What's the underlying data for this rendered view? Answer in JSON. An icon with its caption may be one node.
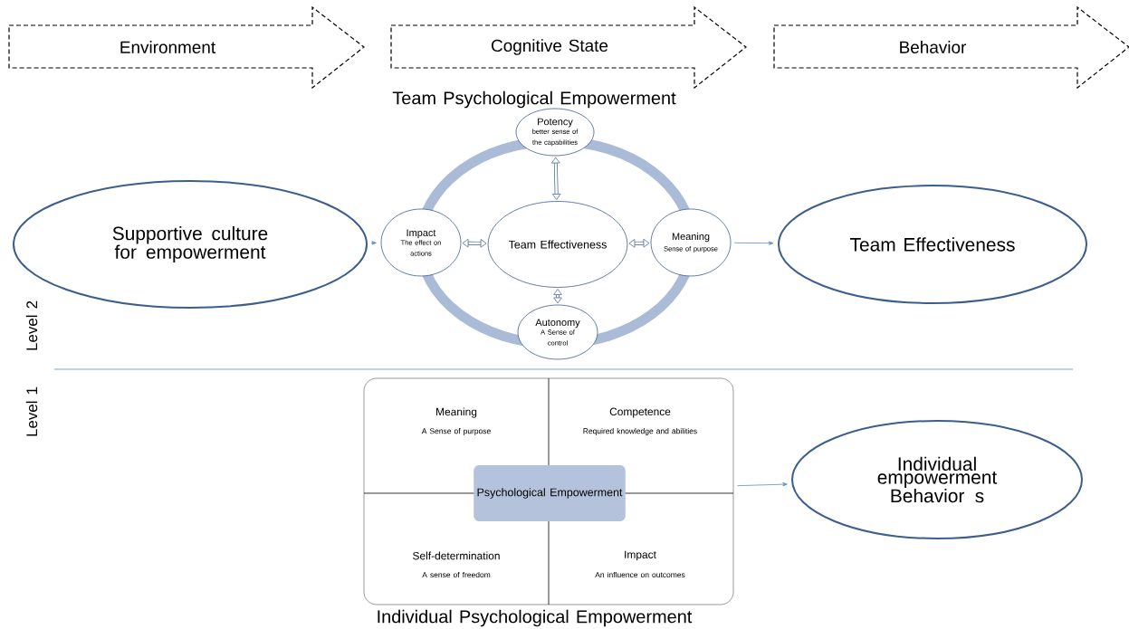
{
  "diagram": {
    "nodes": [
      {
        "text": [
          "Environment"
        ]
      },
      {
        "text": [
          "Cognitive State"
        ]
      },
      {
        "text": [
          "Behavior"
        ]
      },
      {
        "text": [
          "Supportive culture for empowerment"
        ]
      },
      {
        "text": [
          "Potency",
          "better sense of the capabilities"
        ]
      },
      {
        "text": [
          "Impact",
          "The effect on actions"
        ]
      },
      {
        "text": [
          "Team Effectiveness"
        ]
      },
      {
        "text": [
          "Meaning",
          "Sense of purpose"
        ]
      },
      {
        "text": [
          "Autonomy",
          "A Sense of control"
        ]
      },
      {
        "text": [
          "Team Effectiveness"
        ]
      },
      {
        "text": [
          "Meaning",
          "A Sense of purpose",
          "Competence",
          "Required knowledge and abilities",
          "Self-determination",
          "A sense of freedom",
          "Impact",
          "An influence on outcomes"
        ]
      },
      {
        "text": [
          "Psychological Empowerment"
        ],
        "in": 10
      },
      {
        "text": [
          "Individual empowerment Behavior s"
        ]
      }
    ],
    "edges": [
      {
        "from": 3,
        "to": 5,
        "arrow": "to"
      },
      {
        "from": 6,
        "to": 4,
        "arrow": "both"
      },
      {
        "from": 6,
        "to": 5,
        "arrow": "both"
      },
      {
        "from": 6,
        "to": 7,
        "arrow": "both"
      },
      {
        "from": 6,
        "to": 8,
        "arrow": "both"
      },
      {
        "from": 7,
        "to": 9,
        "arrow": "to"
      },
      {
        "from": 10,
        "to": 12,
        "arrow": "to"
      }
    ],
    "labels": [
      "Team Psychological Empowerment",
      "Level 2",
      "Level 1",
      "Individual Psychological Empowerment"
    ]
  }
}
